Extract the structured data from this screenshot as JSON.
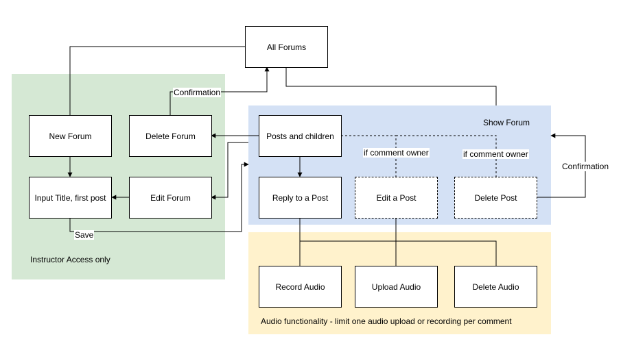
{
  "regions": {
    "instructor": {
      "label": "Instructor Access only",
      "color": "#d5e8d4"
    },
    "show_forum": {
      "label": "Show Forum",
      "color": "#d4e1f5"
    },
    "audio": {
      "label": "Audio functionality - limit one audio upload or recording per comment",
      "color": "#fff2cc"
    }
  },
  "nodes": {
    "all_forums": "All Forums",
    "new_forum": "New Forum",
    "delete_forum": "Delete Forum",
    "input_title": "Input Title, first post",
    "edit_forum": "Edit Forum",
    "posts_children": "Posts and children",
    "reply_post": "Reply to a Post",
    "edit_post": "Edit a Post",
    "delete_post": "Delete Post",
    "record_audio": "Record Audio",
    "upload_audio": "Upload Audio",
    "delete_audio": "Delete Audio"
  },
  "edge_labels": {
    "confirmation_forum": "Confirmation",
    "save": "Save",
    "if_owner_edit": "if comment owner",
    "if_owner_delete": "if comment owner",
    "confirmation_post": "Confirmation"
  }
}
